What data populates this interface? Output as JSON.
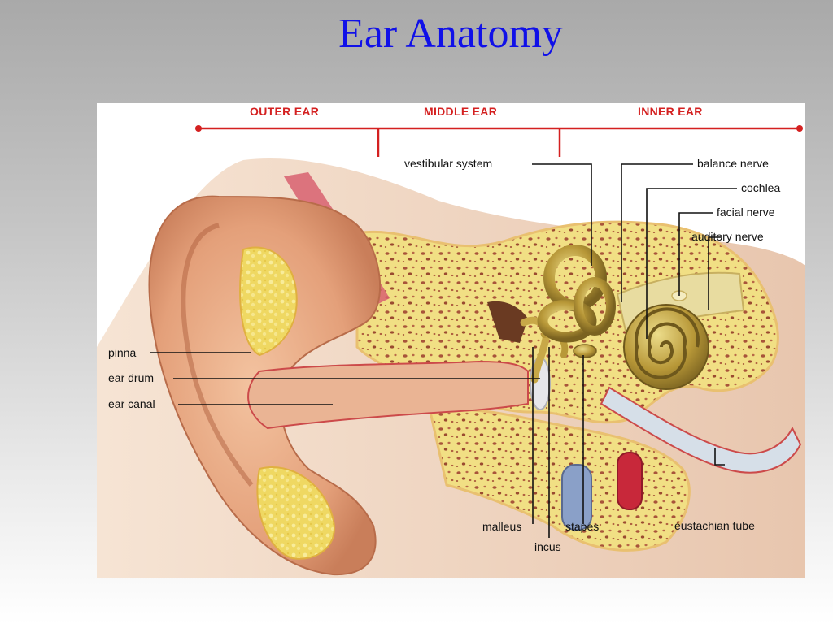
{
  "title": "Ear Anatomy",
  "regions": {
    "outer": "OUTER EAR",
    "middle": "MIDDLE EAR",
    "inner": "INNER EAR"
  },
  "labels": {
    "vestibular_system": "vestibular system",
    "balance_nerve": "balance nerve",
    "cochlea": "cochlea",
    "facial_nerve": "facial nerve",
    "auditory_nerve": "auditory nerve",
    "pinna": "pinna",
    "ear_drum": "ear drum",
    "ear_canal": "ear canal",
    "malleus": "malleus",
    "incus": "incus",
    "stapes": "stapes",
    "eustachian_tube": "eustachian tube"
  },
  "colors": {
    "title": "#1010e8",
    "region_marker": "#d42020",
    "bone": "#f0e08a",
    "skin": "#e8a880",
    "cochlea": "#b8a040"
  }
}
